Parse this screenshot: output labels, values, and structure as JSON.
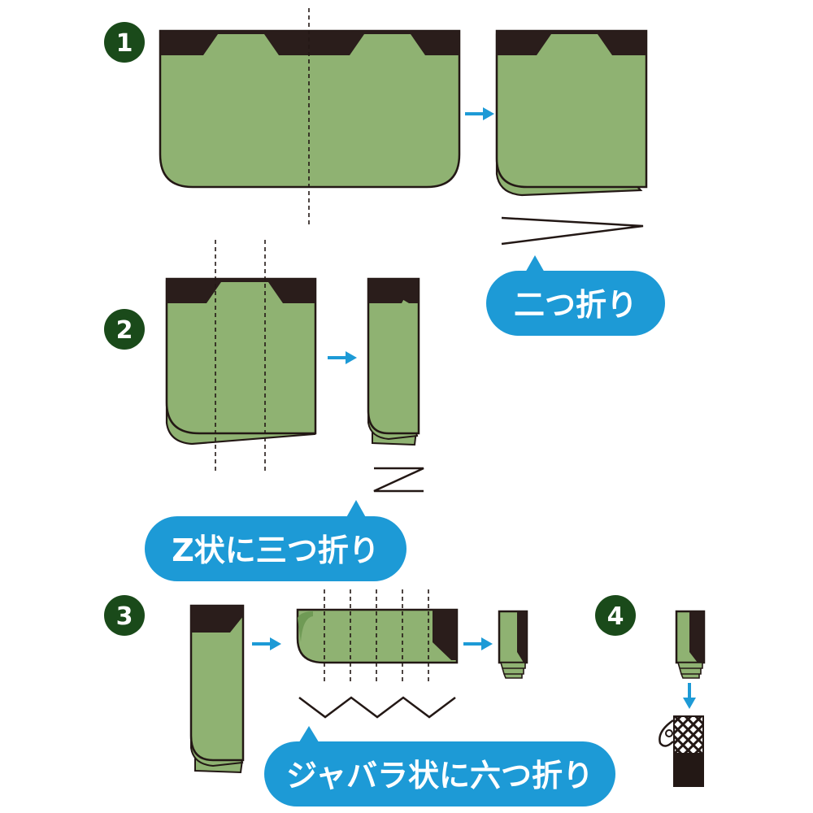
{
  "colors": {
    "fabric": "#8fb272",
    "band": "#2a1d1b",
    "outline": "#231815",
    "arrow": "#1d9ad6",
    "bubble": "#1d9ad6",
    "badge": "#1a4a1a"
  },
  "steps": [
    {
      "number": "1"
    },
    {
      "number": "2"
    },
    {
      "number": "3"
    },
    {
      "number": "4"
    }
  ],
  "bubbles": {
    "fold_half": "二つ折り",
    "fold_z_three": "Z状に三つ折り",
    "fold_bellows_six": "ジャバラ状に六つ折り"
  },
  "icons": [
    "step-badge",
    "fold-arrow",
    "speech-bubble",
    "fold-symbol",
    "storage-bag"
  ]
}
